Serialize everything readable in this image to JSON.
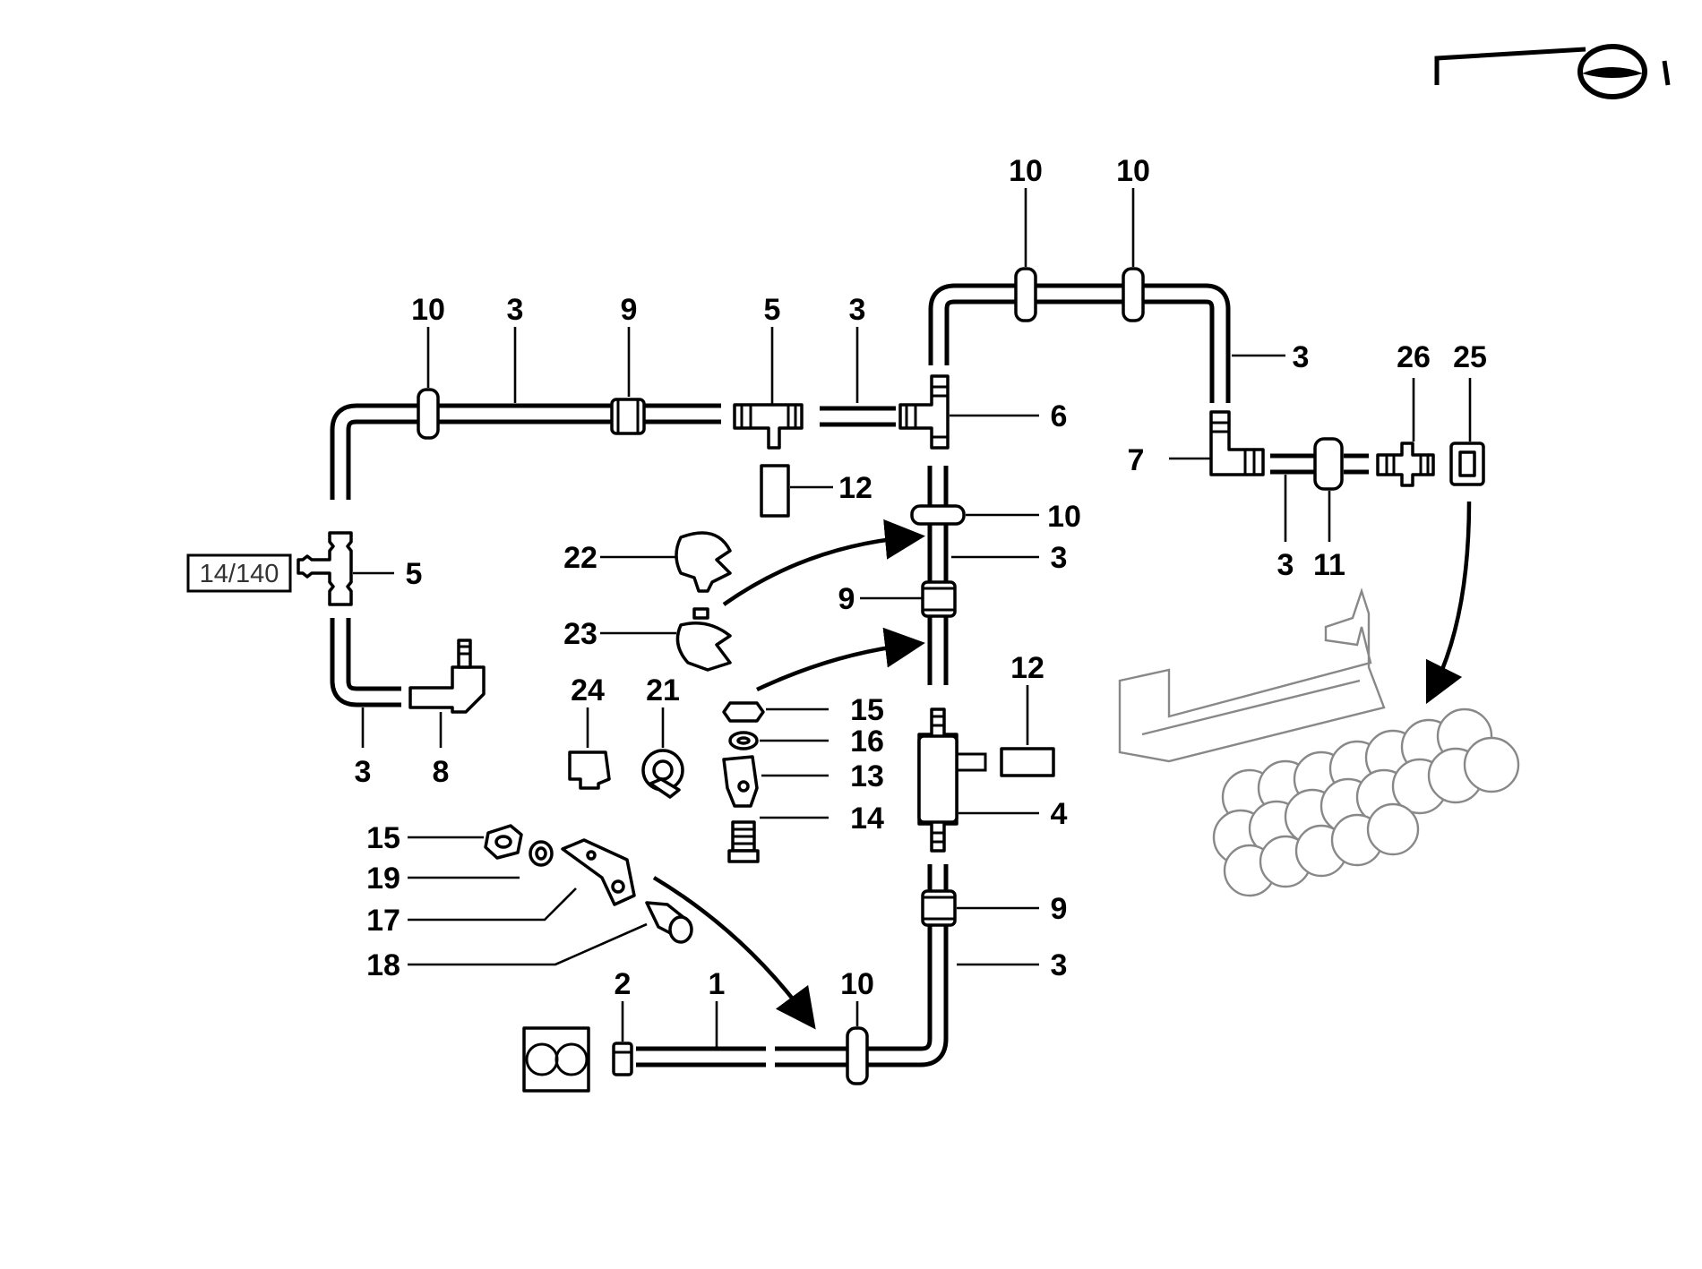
{
  "reference_box": {
    "text": "14/140"
  },
  "callouts": {
    "top_row": [
      "10",
      "3",
      "9",
      "5",
      "3",
      "10",
      "10"
    ],
    "upper_right": [
      "3",
      "6",
      "7",
      "26",
      "25",
      "3",
      "11"
    ],
    "left_side": [
      "5",
      "3",
      "8"
    ],
    "center_stack": [
      "12",
      "10",
      "3",
      "9",
      "22",
      "23",
      "24",
      "21",
      "15",
      "16",
      "13",
      "14",
      "12",
      "4"
    ],
    "lower": [
      "15",
      "19",
      "17",
      "18",
      "9",
      "3",
      "2",
      "1",
      "10"
    ]
  }
}
